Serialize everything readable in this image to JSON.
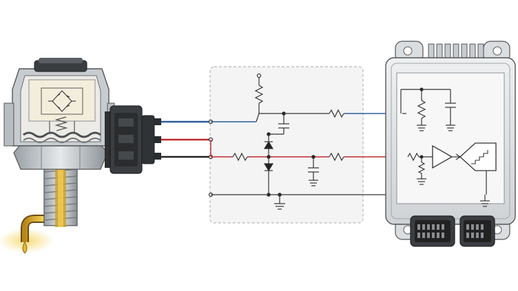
{
  "colors": {
    "background": "#ffffff",
    "signal_wire": "#2b5d9c",
    "supply_wire": "#c0282d",
    "ground_wire": "#222222",
    "panel_fill": "#f4f4f4",
    "panel_border": "#b8b8b8",
    "metal_light": "#d9dde0",
    "metal_dark": "#8a9095",
    "oil": "#d9a520",
    "ecu_body": "#e4e6e8",
    "ecu_face": "#f7f7f7"
  },
  "diagram": {
    "sensor": {
      "icon": "pressure-sensor-icon"
    },
    "connector": {
      "icon": "wire-connector-icon",
      "pins": 3
    },
    "wires": [
      {
        "name": "signal",
        "color": "#2b5d9c"
      },
      {
        "name": "supply",
        "color": "#c0282d"
      },
      {
        "name": "ground",
        "color": "#222222"
      }
    ],
    "interface_circuit": {
      "icon": "protection-filter-circuit-icon",
      "dashed_border": true
    },
    "ecu": {
      "icon": "ecu-module-icon",
      "connectors": 2,
      "blocks": [
        "amplifier-icon",
        "adc-icon"
      ]
    }
  }
}
